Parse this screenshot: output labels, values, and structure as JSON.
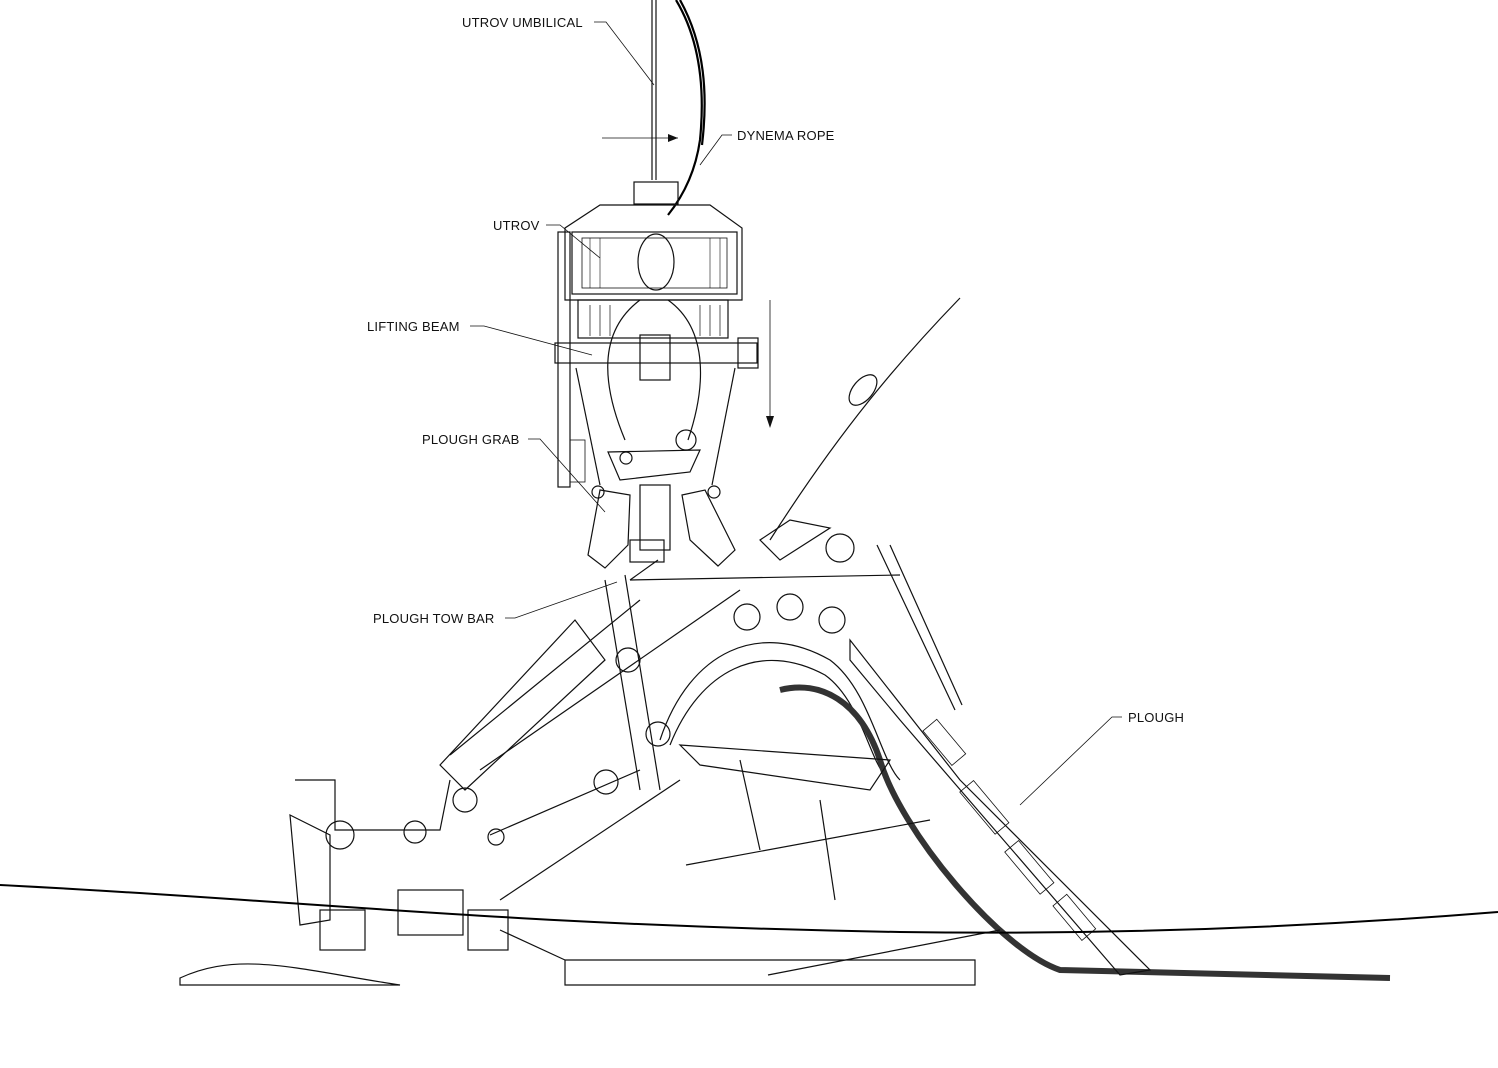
{
  "labels": {
    "utrov_umbilical": "UTROV UMBILICAL",
    "dynema_rope": "DYNEMA ROPE",
    "utrov": "UTROV",
    "lifting_beam": "LIFTING BEAM",
    "plough_grab": "PLOUGH GRAB",
    "plough_tow_bar": "PLOUGH TOW BAR",
    "plough": "PLOUGH"
  }
}
